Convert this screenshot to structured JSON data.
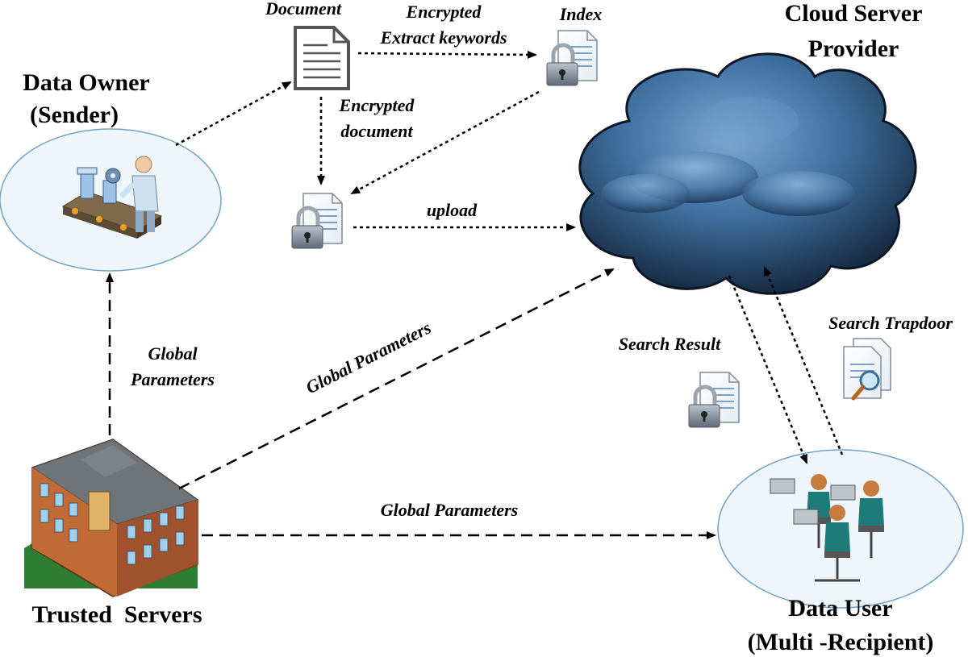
{
  "nodes": {
    "data_owner": {
      "line1": "Data Owner",
      "line2": "(Sender)",
      "icon": "conveyor-worker-icon"
    },
    "cloud": {
      "line1": "Cloud Server",
      "line2": "Provider",
      "icon": "cloud-icon"
    },
    "trusted_servers": {
      "label": "Trusted  Servers",
      "icon": "building-icon"
    },
    "data_user": {
      "line1": "Data User",
      "line2": "(Multi -Recipient)",
      "icon": "users-at-desks-icon"
    }
  },
  "docs": {
    "document": {
      "label": "Document",
      "icon": "document-icon"
    },
    "index": {
      "label": "Index",
      "icon": "locked-document-icon"
    },
    "encrypted_doc": {
      "icon": "locked-document-icon"
    },
    "search_result": {
      "icon": "locked-document-icon"
    },
    "search_trapdoor": {
      "icon": "search-document-icon"
    }
  },
  "edges": {
    "extract_line1": "Encrypted",
    "extract_line2": "Extract keywords",
    "encrypted_doc_line1": "Encrypted",
    "encrypted_doc_line2": "document",
    "upload": "upload",
    "gp_owner_line1": "Global",
    "gp_owner_line2": "Parameters",
    "gp_cloud": "Global Parameters",
    "gp_user": "Global Parameters",
    "search_result": "Search Result",
    "search_trapdoor": "Search Trapdoor"
  },
  "colors": {
    "ellipse_stroke": "#6fa3c4",
    "ellipse_fill": "#eef6fb",
    "cloud_dark": "#0c1a2e",
    "cloud_mid": "#2f5a86",
    "cloud_light": "#6b9cc8",
    "lock": "#8a96a3",
    "building_brick": "#a0522d",
    "ground": "#2e7d32"
  }
}
